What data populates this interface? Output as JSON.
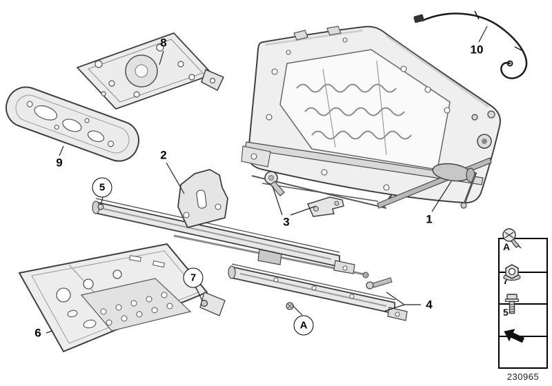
{
  "doc_number": "230965",
  "callouts": [
    {
      "label": "1",
      "style": "plain"
    },
    {
      "label": "2",
      "style": "plain"
    },
    {
      "label": "3",
      "style": "plain"
    },
    {
      "label": "4",
      "style": "plain"
    },
    {
      "label": "5",
      "style": "circled"
    },
    {
      "label": "6",
      "style": "plain"
    },
    {
      "label": "7",
      "style": "circled"
    },
    {
      "label": "8",
      "style": "plain"
    },
    {
      "label": "9",
      "style": "plain"
    },
    {
      "label": "10",
      "style": "plain"
    },
    {
      "label": "A",
      "style": "circled"
    }
  ],
  "legend": {
    "rows": [
      {
        "label": "A",
        "icon": "oval-head-screw-icon"
      },
      {
        "label": "7",
        "icon": "flange-nut-icon"
      },
      {
        "label": "5",
        "icon": "hex-bolt-icon"
      },
      {
        "label": "",
        "icon": "direction-arrow-icon"
      }
    ]
  },
  "colors": {
    "line": "#3f3f3f",
    "fill_light": "#ededed",
    "fill_mid": "#d9d9d9",
    "cable": "#1a1a1a",
    "background": "#ffffff"
  }
}
